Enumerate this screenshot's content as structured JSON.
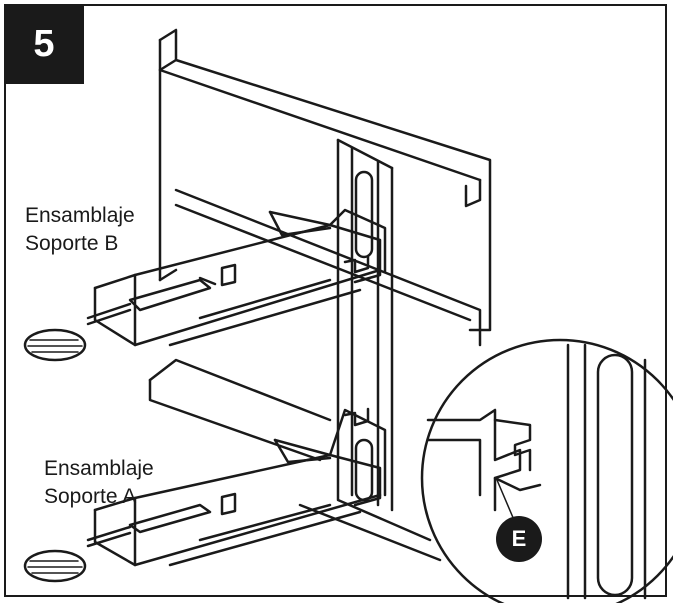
{
  "step": {
    "number": "5"
  },
  "labels": {
    "bracket_b": [
      "Ensamblaje",
      "Soporte B"
    ],
    "bracket_a": [
      "Ensamblaje",
      "Soporte A"
    ]
  },
  "callout": {
    "letter": "E"
  },
  "colors": {
    "ink": "#1a1a1a",
    "paper": "#ffffff"
  }
}
